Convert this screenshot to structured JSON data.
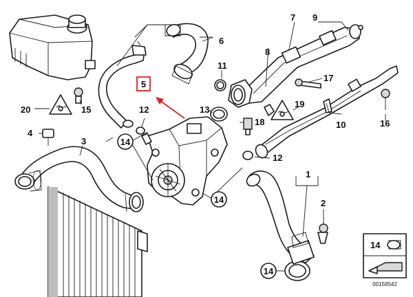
{
  "diagram": {
    "callouts": {
      "c1": "1",
      "c2": "2",
      "c3": "3",
      "c4": "4",
      "c5": "5",
      "c6": "6",
      "c7": "7",
      "c8": "8",
      "c9": "9",
      "c10": "10",
      "c11": "11",
      "c12a": "12",
      "c12b": "12",
      "c13": "13",
      "c14a": "14",
      "c14b": "14",
      "c14c": "14",
      "c14legend": "14",
      "c15": "15",
      "c16": "16",
      "c17": "17",
      "c19": "19",
      "c20": "20"
    },
    "catalog_number": "00158542",
    "highlight_color": "#e02020"
  }
}
